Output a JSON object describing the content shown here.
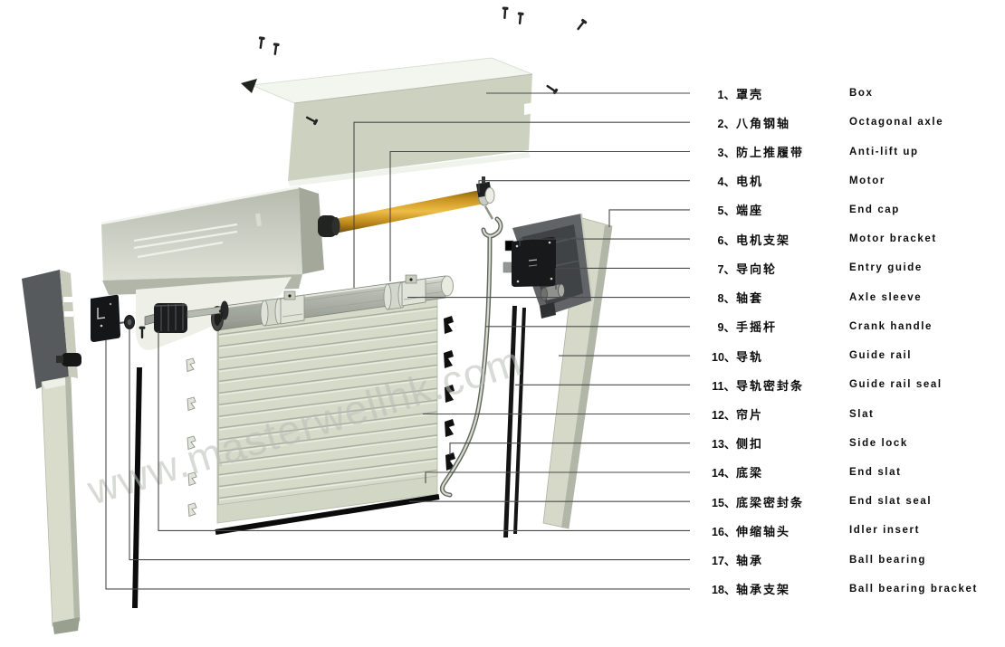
{
  "diagram": {
    "watermark": "www.masterwellhk.com",
    "description": "Exploded view of roller shutter door assembly"
  },
  "colors": {
    "motor_orange": "#d89a28",
    "panel_beige": "#cdd1c0",
    "curtain_sage": "#d6dac9",
    "dark_part": "#54585a",
    "leader_line": "#4a4a4a",
    "text": "#0d0d0d",
    "watermark_grey": "#b9bdb6"
  },
  "parts": [
    {
      "num_label": "1、",
      "cn": "罩壳",
      "en": "Box"
    },
    {
      "num_label": "2、",
      "cn": "八角钢轴",
      "en": "Octagonal axle"
    },
    {
      "num_label": "3、",
      "cn": "防上推履带",
      "en": "Anti-lift up"
    },
    {
      "num_label": "4、",
      "cn": "电机",
      "en": "Motor"
    },
    {
      "num_label": "5、",
      "cn": "端座",
      "en": "End cap"
    },
    {
      "num_label": "6、",
      "cn": "电机支架",
      "en": "Motor bracket"
    },
    {
      "num_label": "7、",
      "cn": "导向轮",
      "en": "Entry guide"
    },
    {
      "num_label": "8、",
      "cn": "轴套",
      "en": "Axle sleeve"
    },
    {
      "num_label": "9、",
      "cn": "手摇杆",
      "en": "Crank handle"
    },
    {
      "num_label": "10、",
      "cn": "导轨",
      "en": "Guide rail"
    },
    {
      "num_label": "11、",
      "cn": "导轨密封条",
      "en": "Guide rail seal"
    },
    {
      "num_label": "12、",
      "cn": "帘片",
      "en": "Slat"
    },
    {
      "num_label": "13、",
      "cn": "侧扣",
      "en": "Side lock"
    },
    {
      "num_label": "14、",
      "cn": "底梁",
      "en": "End slat"
    },
    {
      "num_label": "15、",
      "cn": "底梁密封条",
      "en": "End slat seal"
    },
    {
      "num_label": "16、",
      "cn": "伸缩轴头",
      "en": "Idler insert"
    },
    {
      "num_label": "17、",
      "cn": "轴承",
      "en": "Ball bearing"
    },
    {
      "num_label": "18、",
      "cn": "轴承支架",
      "en": "Ball bearing bracket"
    }
  ]
}
